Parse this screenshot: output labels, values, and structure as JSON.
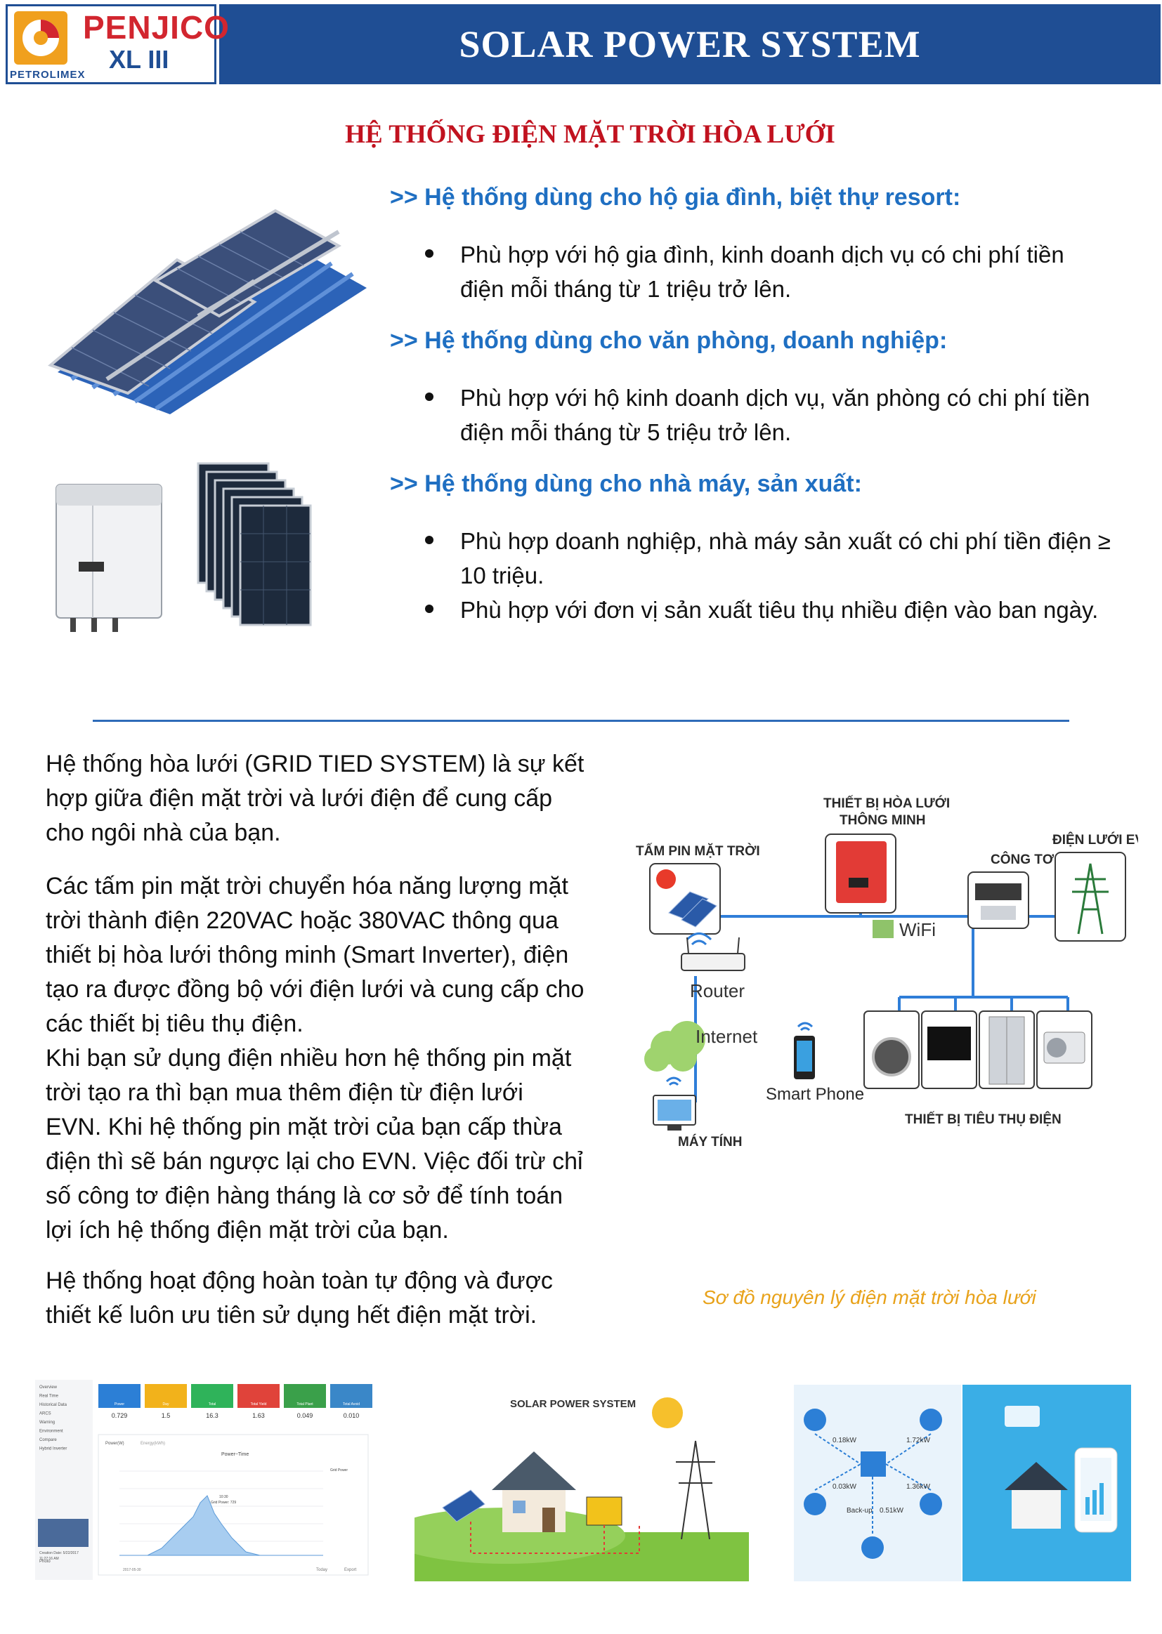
{
  "header": {
    "logo_name": "PENJICO",
    "logo_sub": "XL III",
    "logo_brand": "PETROLIMEX",
    "title": "SOLAR POWER SYSTEM"
  },
  "section_title": "HỆ THỐNG ĐIỆN MẶT TRỜI HÒA LƯỚI",
  "use_cases": [
    {
      "heading": ">> Hệ thống dùng cho hộ gia đình, biệt thự resort:",
      "bullets": [
        [
          "Phù hợp với hộ gia đình, kinh doanh dịch vụ có chi phí tiền",
          "điện mỗi tháng từ 1 triệu trở lên."
        ]
      ]
    },
    {
      "heading": ">> Hệ thống dùng cho văn phòng, doanh nghiệp:",
      "bullets": [
        [
          "Phù hợp với hộ kinh doanh dịch vụ, văn phòng có chi phí tiền",
          "điện mỗi tháng từ 5 triệu trở lên."
        ]
      ]
    },
    {
      "heading": ">> Hệ thống dùng cho nhà máy, sản xuất:",
      "bullets": [
        [
          "Phù hợp doanh nghiệp, nhà máy sản xuất có chi phí tiền điện ≥",
          "10 triệu."
        ],
        [
          "Phù hợp với đơn vị sản xuất tiêu thụ nhiều điện vào ban ngày."
        ]
      ]
    }
  ],
  "paragraphs": [
    [
      "Hệ thống hòa lưới (GRID TIED SYSTEM) là sự kết",
      "hợp giữa điện mặt trời và lưới điện để cung cấp",
      "cho ngôi nhà của bạn."
    ],
    [
      "Các tấm pin mặt trời chuyển hóa năng lượng mặt",
      "trời thành điện 220VAC hoặc 380VAC thông qua",
      "thiết bị hòa lưới thông minh (Smart Inverter), điện",
      "tạo ra được đồng bộ với điện lưới và cung cấp cho",
      "các thiết bị tiêu thụ điện."
    ],
    [
      "Khi bạn sử dụng điện nhiều hơn hệ thống pin mặt",
      "trời tạo ra thì bạn mua thêm điện từ điện lưới",
      "EVN. Khi hệ thống pin mặt trời của bạn cấp thừa",
      "điện thì sẽ bán ngược lại cho EVN. Việc đối trừ chỉ",
      "số công tơ điện hàng tháng là cơ sở để tính toán",
      "lợi ích hệ thống điện mặt trời của bạn."
    ],
    [
      "Hệ thống hoạt động hoàn toàn tự động và được",
      "thiết kế luôn ưu tiên sử dụng hết điện mặt trời."
    ]
  ],
  "diagram": {
    "labels": {
      "panels": "TẤM PIN MẶT TRỜI",
      "inverter_1": "THIẾT BỊ HÒA LƯỚI",
      "inverter_2": "THÔNG MINH",
      "meter": "CÔNG TƠ",
      "grid": "ĐIỆN LƯỚI EVN",
      "wifi": "WiFi",
      "router": "Router",
      "internet": "Internet",
      "phone": "Smart Phone",
      "computer": "MÁY TÍNH",
      "loads": "THIẾT BỊ TIÊU THỤ ĐIỆN"
    },
    "caption": "Sơ đồ nguyên lý điện mặt trời hòa lưới"
  },
  "bottom": {
    "dashboard": {
      "menu": [
        "Overview",
        "Real Time",
        "Historical Data",
        "ARCS",
        "Warning",
        "Environment",
        "Compare",
        "Hybrid Inverter",
        "Photo"
      ],
      "tiles": [
        {
          "label": "Power",
          "value": "0.729",
          "color": "#2c7fd6"
        },
        {
          "label": "Day",
          "value": "1.5",
          "color": "#f2b21b"
        },
        {
          "label": "Total",
          "value": "16.3",
          "color": "#2fb35a"
        },
        {
          "label": "Total Yield",
          "value": "1.63",
          "color": "#e0433a"
        },
        {
          "label": "Total Plant",
          "value": "0.049",
          "color": "#3aa04a"
        },
        {
          "label": "Total Avoid",
          "value": "0.010",
          "color": "#3a87c8"
        }
      ],
      "tabs": [
        "Power(W)",
        "Energy(kWh)"
      ],
      "chart_title": "Power~Time",
      "legend": "Grid Power",
      "tooltip_1": "10:30",
      "tooltip_2": "Grid Power: 729",
      "date": "2017-05-30",
      "buttons": [
        "Today",
        "Export"
      ],
      "photo_caption_1": "Creation Date: 5/22/2017",
      "photo_caption_2": "11:27:16 AM"
    },
    "illustration_title": "SOLAR POWER SYSTEM",
    "flow": {
      "v1": "0.18kW",
      "v2": "1.72kW",
      "v3": "0.03kW",
      "v4": "1.36kW",
      "backup_label": "Back-up",
      "backup_value": "0.51kW"
    }
  }
}
